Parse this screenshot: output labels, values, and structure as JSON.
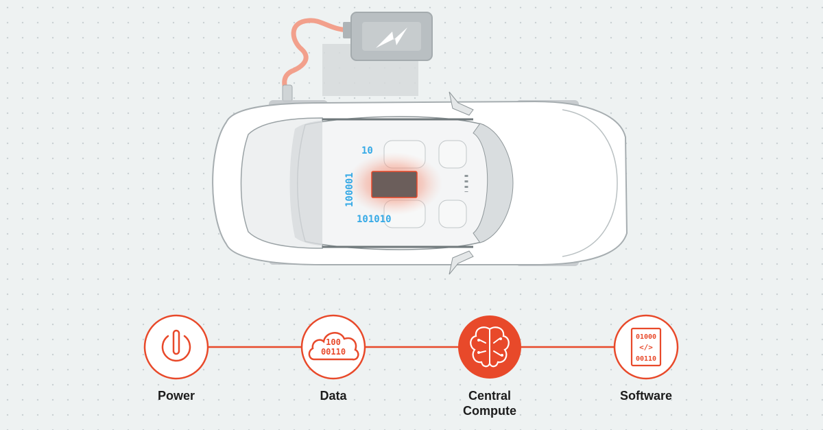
{
  "colors": {
    "accent": "#e8492a",
    "data_blue": "#35a9e6",
    "chip_glow": "#f07a5e",
    "car_body": "#ffffff",
    "car_line": "#9aa2a5",
    "battery": "#b8bec1"
  },
  "car": {
    "binary_top": "10",
    "binary_side": "100001",
    "binary_bottom": "101010"
  },
  "capabilities": [
    {
      "id": "power",
      "icon": "power-icon",
      "label_lines": [
        "Power"
      ]
    },
    {
      "id": "data",
      "icon": "data-cloud-icon",
      "label_lines": [
        "Data"
      ],
      "icon_text": [
        "100",
        "00110"
      ]
    },
    {
      "id": "central-compute",
      "icon": "brain-icon",
      "label_lines": [
        "Central",
        "Compute"
      ],
      "highlighted": true
    },
    {
      "id": "software",
      "icon": "code-document-icon",
      "label_lines": [
        "Software"
      ],
      "icon_text": [
        "01000",
        "</>",
        "00110"
      ]
    }
  ]
}
